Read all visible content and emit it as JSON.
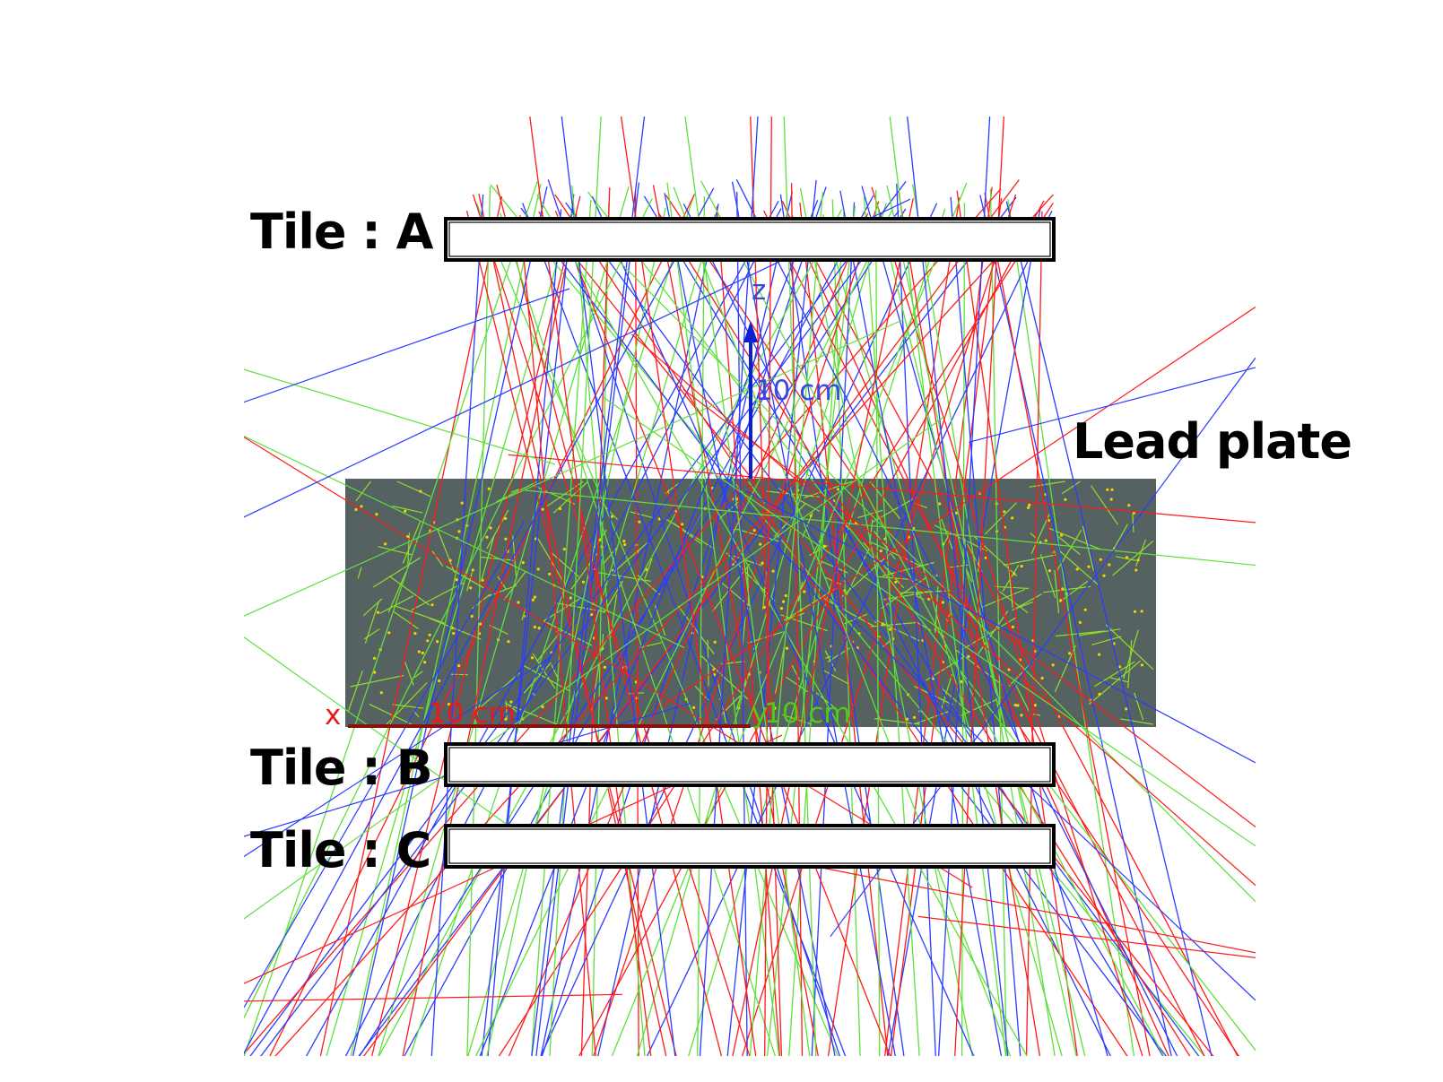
{
  "labels": {
    "tile_a": "Tile : A",
    "tile_b": "Tile : B",
    "tile_c": "Tile : C",
    "lead_plate": "Lead plate"
  },
  "axes": {
    "z_letter": "z",
    "z_scale": "10 cm",
    "x_letter": "x",
    "x_scale": "10 cm",
    "y_letter": "y",
    "y_scale": "10 cm"
  },
  "colors": {
    "background": "#ffffff",
    "lead_plate": "#566262",
    "tile_outline": "#000000",
    "track_red": "#ff1a1a",
    "track_blue": "#2a3cff",
    "track_green": "#5ee03a",
    "shower_green": "#8ee02a",
    "hit_yellow": "#f2d400",
    "axis_z": "#0d20d0",
    "axis_x": "#e81a1a",
    "axis_y": "#52c81a"
  }
}
